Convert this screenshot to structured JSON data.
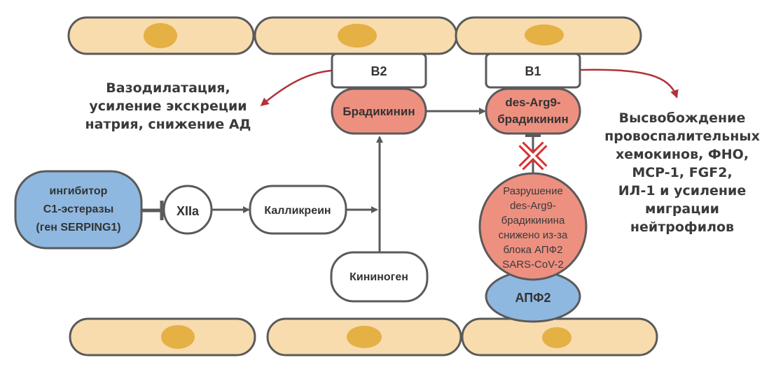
{
  "colors": {
    "cell_fill": "#f8dcae",
    "nucleus": "#e5b044",
    "outline": "#5a5a5a",
    "pink": "#ee9080",
    "blue": "#8fb8e0",
    "red_arrow": "#b0323a",
    "block_x": "#d93030"
  },
  "receptors": {
    "b2": "B2",
    "b1": "B1"
  },
  "molecules": {
    "bradykinin": "Брадикинин",
    "des_arg9_line1": "des-Arg9-",
    "des_arg9_line2": "брадикинин",
    "xiia": "XIIa",
    "kallikrein": "Калликреин",
    "kininogen": "Кининоген",
    "ace2": "АПФ2"
  },
  "inhibitor": {
    "lines": [
      "ингибитор",
      "С1-эстеразы",
      "(ген SERPING1)"
    ]
  },
  "degradation_note": {
    "lines": [
      "Разрушение",
      "des-Arg9-",
      "брадикинина",
      "снижено из-за",
      "блока АПФ2",
      "SARS-CoV-2"
    ]
  },
  "left_effect": {
    "lines": [
      "Вазодилатация,",
      "усиление экскреции",
      "натрия, снижение АД"
    ]
  },
  "right_effect": {
    "lines": [
      "Высвобождение",
      "провоспалительных",
      "хемокинов, ФНО,",
      "MCP-1, FGF2,",
      "ИЛ-1 и усиление",
      "миграции",
      "нейтрофилов"
    ]
  }
}
